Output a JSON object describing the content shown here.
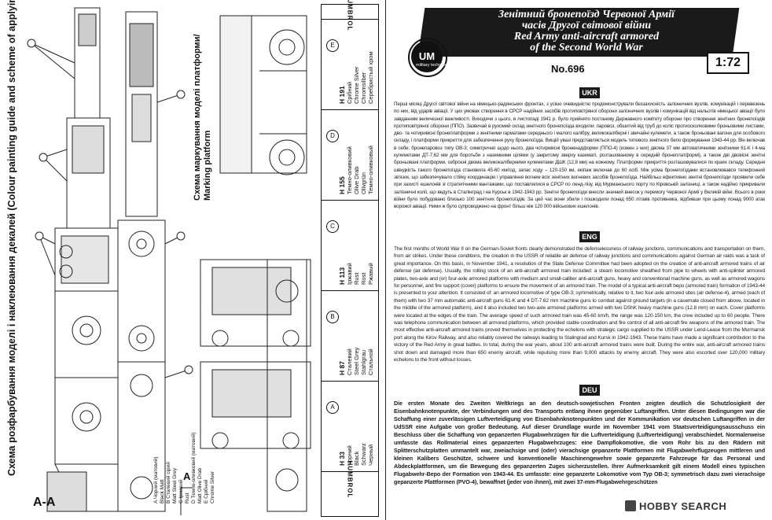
{
  "left_sheet": {
    "vertical_title": "Схема розфарбування моделі і наклеювання декалей (Colour painting guide and scheme of applying dekals",
    "marking_title_ua": "Схема маркування моделі платформи/",
    "marking_title_en": "Marking platform",
    "section_label_1": "A-A",
    "section_label_2": "A",
    "paint_brand": "HUMBROL",
    "paints": [
      {
        "code": "E",
        "number": "H 191",
        "names": "Срібний\nChrome Silver\nChromsilber\nСеребристый хром"
      },
      {
        "code": "D",
        "number": "H 155",
        "names": "Темно-оливковий\nOlive Drab\nOlivgrün\nТемно-оливковый"
      },
      {
        "code": "C",
        "number": "H 113",
        "names": "Іржавий\nRust\nRost\nРжавый"
      },
      {
        "code": "B",
        "number": "H 87",
        "names": "Сталевий\nSteel Grey\nStahlgrau\nСтальной"
      },
      {
        "code": "A",
        "number": "H 33",
        "names": "Чорний\nBlack\nSchwarz\nЧерный"
      }
    ],
    "small_legend": [
      "A  Чорний (матовий)",
      "    Black Matt",
      "B  Сталевий сірий",
      "    Matt Steel Grey",
      "C  Іржавий",
      "    Rust",
      "D  Темно-оливковий (матовий)",
      "    Matt Olive Drab",
      "E  Срібний",
      "    Chrome Silver"
    ]
  },
  "right_sheet": {
    "title_lines": [
      "Зенітний бронепоїзд Червоної Армії",
      "часів Другої світової війни",
      "Red Army anti-aircraft armored",
      "of the Second World War"
    ],
    "logo": "UM",
    "logo_sub": "military technics",
    "scale": "1:72",
    "product_number": "No.696",
    "sections": [
      {
        "tag": "UKR",
        "text": "Перші місяці Другої світової війни на німецько-радянських фронтах, з усією очевидністю продемонстрували беззахисність залізничних вузлів, комунікацій і перевезень по них, від ударів авіації. У цих умовах створення в СРСР надійних засобів протиповітряної оборони залізничних вузлів і комунікацій від нальотів німецької авіації було завданням величезної важливості. Виходячи з цього, в листопаді 1941 р. було прийнято постанову Державного комітету оборони про створення зенітних бронепоїздів протиповітряної оборони (ППО). Зазвичай в рухомий склад зенітного бронепоїзда входили: паровоз, обшитий від труб до коліс протиосколковими броньовими листами, дво- та чотиривісні бронеплатформи з зенітними гарматами середнього і малого калібру, великокаліберні і звичайні кулемети, а також броньовані вагони для особового складу, і платформи прикриття для забезпечення руху бронепоїзда. Вищій увазі представляється модель типового зенітного бепо формування 1943-44 рр. Він включав в себе: бронепаровоз типу ОВ-3; симетрично щодо нього, два чотиривісні броненадформи (ППО-4) (кожен з них) двома 37 мм автоматичними зенітними 61-К і 4-ма кулеметами ДТ-7,62 мм для боротьби з наземними цілями (у закритому зверху казематі, розташованому в середній бронеплатформі), а також дві двовісні зенітні броньовані платформи, озброєні двома великокаліберними кулеметами ДШК (12,8 мм) на кожному. Платформи прикриття розташовувалися по краях складу. Середня швидкість такого бронепоїзда становила 45-60 км/год, запас ходу – 120-150 км, екіпаж включав до 60 осіб. Між усіма бронепоїздами встановлювався телефонний зв'язок, що забезпечувало стійку координацію і управління вогнем всіх зенітних вогневих засобів бронепоїзда. Найбільш ефективно зенітні бронепоїзди проявили себе при захисті ешелонів зі стратегічними вантажами, що поставлялися в СРСР по ленд-лізу, від Мурманського порту по Кіровській залізниці, а також надійно прикривали залізничні колії, що ведуть в Сталінград і на Курськ в 1942-1943 рр. Зенітні бронепоїзди внесли значний внесок у перемогу Червоної Армії у Великій війні. Всього в роки війни було побудовано близько 100 зенітних бронепоїздів. За цей час вони збили і пошкодили понад 650 літаків противника, відбивши при цьому понад 9000 атак ворожої авіації. Ними ж було супроводжено на фронт більш ніж 120 000 військових ешелонів."
      },
      {
        "tag": "ENG",
        "text": "The first months of World War II on the German-Soviet fronts clearly demonstrated the defenselessness of railway junctions, communications and transportation on them, from air strikes. Under these conditions, the creation in the USSR of reliable air defense of railway junctions and communications against German air raids was a task of great importance. On this basis, in November 1941, a resolution of the State Defense Committee had been adopted on the creation of anti-aircraft armored trains of air defense (air defense). Usually, the rolling stock of an anti-aircraft armored train included: a steam locomotive sheathed from pipe to wheels with anti-splinter armored plates, two-axle and (or) four-axle armored platforms with medium and small-caliber anti-aircraft guns, heavy and conventional machine guns, as well as armored wagons for personnel, and fire support (cover) platforms to ensure the movement of an armored train. The model of a typical anti-aircraft bepo (armored train) formation of 1943-44 is presented to your attention. It consisted of: an armored locomotive of type OB-3; symmetrically, relative to it, two four-axle armored sites (air defense-4), armed (each of them) with two 37 mm automatic anti-aircraft guns 61-K and 4 DT-7.62 mm machine guns to combat against ground targets (in a casemate closed from above, located in the middle of the armored platform), and it also included two two-axle armored platforms armed with two DShK heavy machine guns (12.8 mm) on each. Cover platforms were located at the edges of the train. The average speed of such armored train was 45-60 km/h, the range was 120-150 km, the crew included up to 60 people. There was telephone communication between all armored platforms, which provided stable coordination and fire control of all anti-aircraft fire weapons of the armored train. The most effective anti-aircraft armored trains proved themselves in protecting the echelons with strategic cargo supplied to the USSR under Lend-Lease from the Murmansk port along the Kirov Railway, and also reliably covered the railways leading to Stalingrad and Kursk in 1942-1943. These trains have made a significant contribution to the victory of the Red Army in great battles. In total, during the war years, about 100 anti-aircraft armored trains were built. During the entire war, anti-aircraft armored trains shot down and damaged more than 650 enemy aircraft, while repulsing more than 9,000 attacks by enemy aircraft. They were also escorted over 120,000 military echelons to the front without losses."
      },
      {
        "tag": "DEU",
        "text": "Die ersten Monate des Zweiten Weltkriegs an den deutsch-sowjetischen Fronten zeigten deutlich die Schutzlosigkeit der Eisenbahnknotenpunkte, der Verbindungen und des Transports entlang ihnen gegenüber Luftangriffen. Unter diesen Bedingungen war die Schaffung einer zuverlässigen Luftverteidigung von Eisenbahnknotenpunkten und der Kommunikation vor deutschen Luftangriffen in der UdSSR eine Aufgabe von großer Bedeutung. Auf dieser Grundlage wurde im November 1941 vom Staatsverteidigungsausschuss ein Beschluss über die Schaffung von gepanzerten Flugabwehrzügen für die Luftverteidigung (Luftverteidigung) verabschiedet. Normalerweise umfasste das Rollmaterial eines gepanzerten Flugabwehrzuges: eine Dampflokomotive, die vom Rohr bis zu den Rädern mit Splitterschutzplatten ummantelt war, zweiachsige und (oder) vierachsige gepanzerte Plattformen mit Flugabwehrflugzeugen mittleren und kleinen Kalibers Geschütze, schwere und konventionelle Maschinengewehre sowie gepanzerte Fahrzeuge für das Personal und Abdeckplattformen, um die Bewegung des gepanzerten Zuges sicherzustellen. Ihrer Aufmerksamkeit gilt einem Modell eines typischen Flugabwehr-Bepo der Formation von 1943-44. Es umfasste: eine gepanzerte Lokomotive vom Typ OB-3; symmetrisch dazu zwei vierachsige gepanzerte Plattformen (PVO-4), bewaffnet (jeder von ihnen), mit zwei 37-mm-Flugabwehrgeschützen"
      }
    ],
    "watermark": "HOBBY SEARCH"
  }
}
